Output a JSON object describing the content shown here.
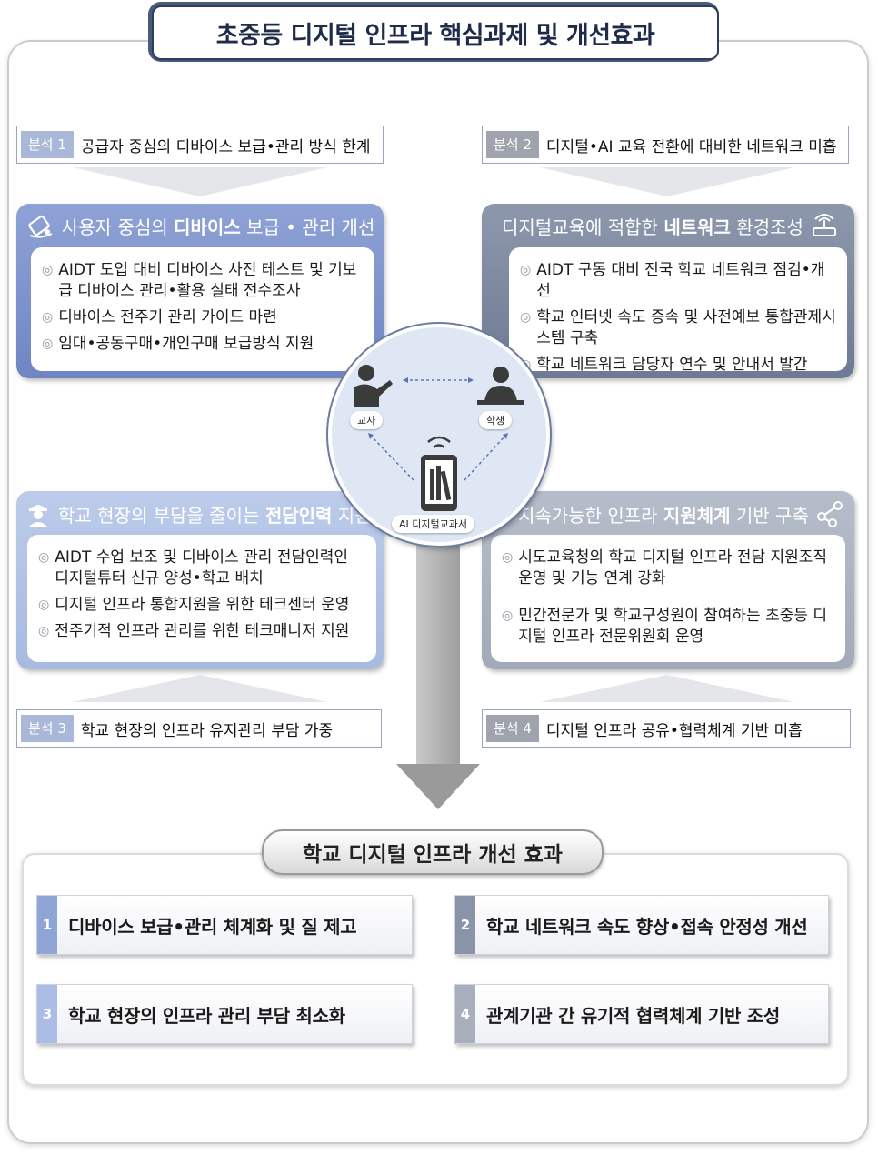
{
  "title": "초중등 디지털 인프라 핵심과제 및 개선효과",
  "analyses": [
    {
      "tag": "분석 1",
      "text": "공급자 중심의 디바이스 보급•관리 방식 한계"
    },
    {
      "tag": "분석 2",
      "text": "디지털•AI 교육 전환에 대비한 네트워크 미흡"
    },
    {
      "tag": "분석 3",
      "text": "학교 현장의 인프라 유지관리 부담 가중"
    },
    {
      "tag": "분석 4",
      "text": "디지털 인프라 공유•협력체계 기반 미흡"
    }
  ],
  "cards": [
    {
      "head_pre": "사용자 중심의 ",
      "head_bold": "디바이스",
      "head_post": " 보급 • 관리 개선",
      "items": [
        "AIDT 도입 대비 디바이스 사전 테스트 및 기보급 디바이스 관리•활용 실태 전수조사",
        "디바이스 전주기 관리 가이드 마련",
        "임대•공동구매•개인구매 보급방식 지원"
      ]
    },
    {
      "head_pre": "디지털교육에 적합한 ",
      "head_bold": "네트워크",
      "head_post": " 환경조성",
      "items": [
        "AIDT 구동 대비 전국 학교 네트워크 점검•개선",
        "학교 인터넷 속도 증속 및 사전예보 통합관제시스템 구축",
        "학교 네트워크 담당자 연수 및 안내서 발간"
      ]
    },
    {
      "head_pre": "학교 현장의 부담을 줄이는 ",
      "head_bold": "전담인력",
      "head_post": " 지원",
      "items": [
        "AIDT 수업 보조 및 디바이스 관리 전담인력인 디지털튜터 신규 양성•학교 배치",
        "디지털 인프라 통합지원을 위한 테크센터 운영",
        "전주기적 인프라 관리를 위한 테크매니저 지원"
      ]
    },
    {
      "head_pre": "지속가능한 인프라 ",
      "head_bold": "지원체계",
      "head_post": " 기반 구축",
      "items": [
        "시도교육청의 학교 디지털 인프라 전담 지원조직 운영 및 기능 연계 강화",
        "민간전문가 및 학교구성원이 참여하는 초중등 디지털 인프라 전문위원회 운영"
      ]
    }
  ],
  "center": {
    "teacher": "교사",
    "student": "학생",
    "device": "AI 디지털교과서"
  },
  "effects_title": "학교 디지털 인프라 개선 효과",
  "effects": [
    {
      "num": "1",
      "text": "디바이스 보급•관리 체계화 및 질 제고"
    },
    {
      "num": "2",
      "text": "학교 네트워크 속도 향상•접속 안정성 개선"
    },
    {
      "num": "3",
      "text": "학교 현장의 인프라 관리 부담 최소화"
    },
    {
      "num": "4",
      "text": "관계기관 간 유기적 협력체계 기반 조성"
    }
  ],
  "colors": {
    "blue_card": "#7f94cd",
    "gray_card": "#7d889f",
    "num_blue": "#8fa5d6",
    "num_gray": "#8a94a8"
  }
}
